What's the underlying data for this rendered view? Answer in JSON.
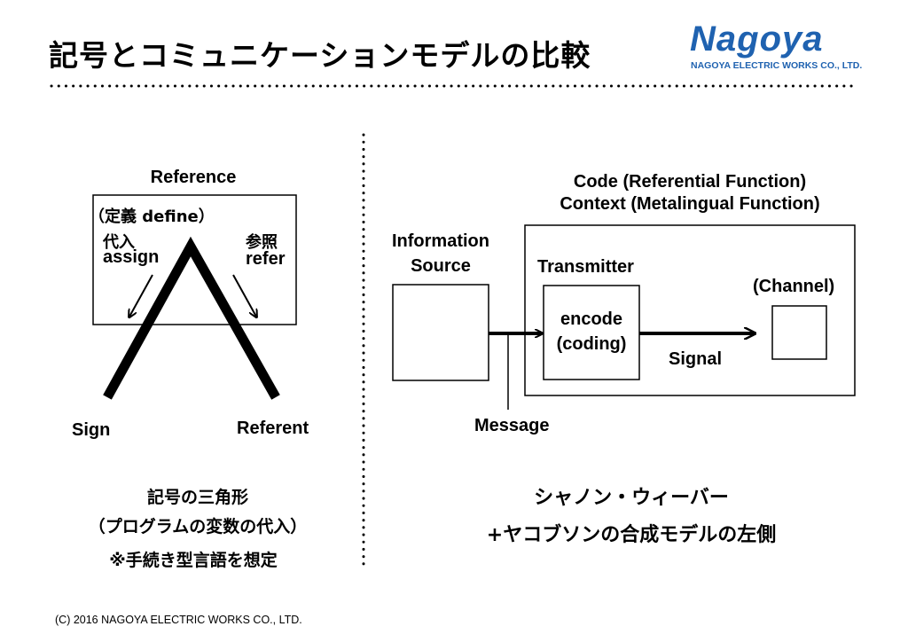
{
  "title": "記号とコミュニケーションモデルの比較",
  "logo": {
    "name": "Nagoya",
    "company": "NAGOYA ELECTRIC WORKS CO., LTD.",
    "color": "#1f62b0"
  },
  "left": {
    "reference": "Reference",
    "define": "（定義 define）",
    "assign_jp": "代入",
    "assign_en": "assign",
    "refer_jp": "参照",
    "refer_en": "refer",
    "sign": "Sign",
    "referent": "Referent",
    "caption_line1": "記号の三角形",
    "caption_line2": "（プログラムの変数の代入）",
    "caption_line3": "※手続き型言語を想定"
  },
  "right": {
    "code": "Code (Referential Function)",
    "context": "Context (Metalingual Function)",
    "info_source_line1": "Information",
    "info_source_line2": "Source",
    "transmitter": "Transmitter",
    "channel": "(Channel)",
    "encode_line1": "encode",
    "encode_line2": "(coding)",
    "signal": "Signal",
    "message": "Message",
    "caption_line1": "シャノン・ウィーバー",
    "caption_line2": "+ヤコブソンの合成モデルの左側"
  },
  "footer": "(C) 2016 NAGOYA ELECTRIC WORKS CO., LTD."
}
